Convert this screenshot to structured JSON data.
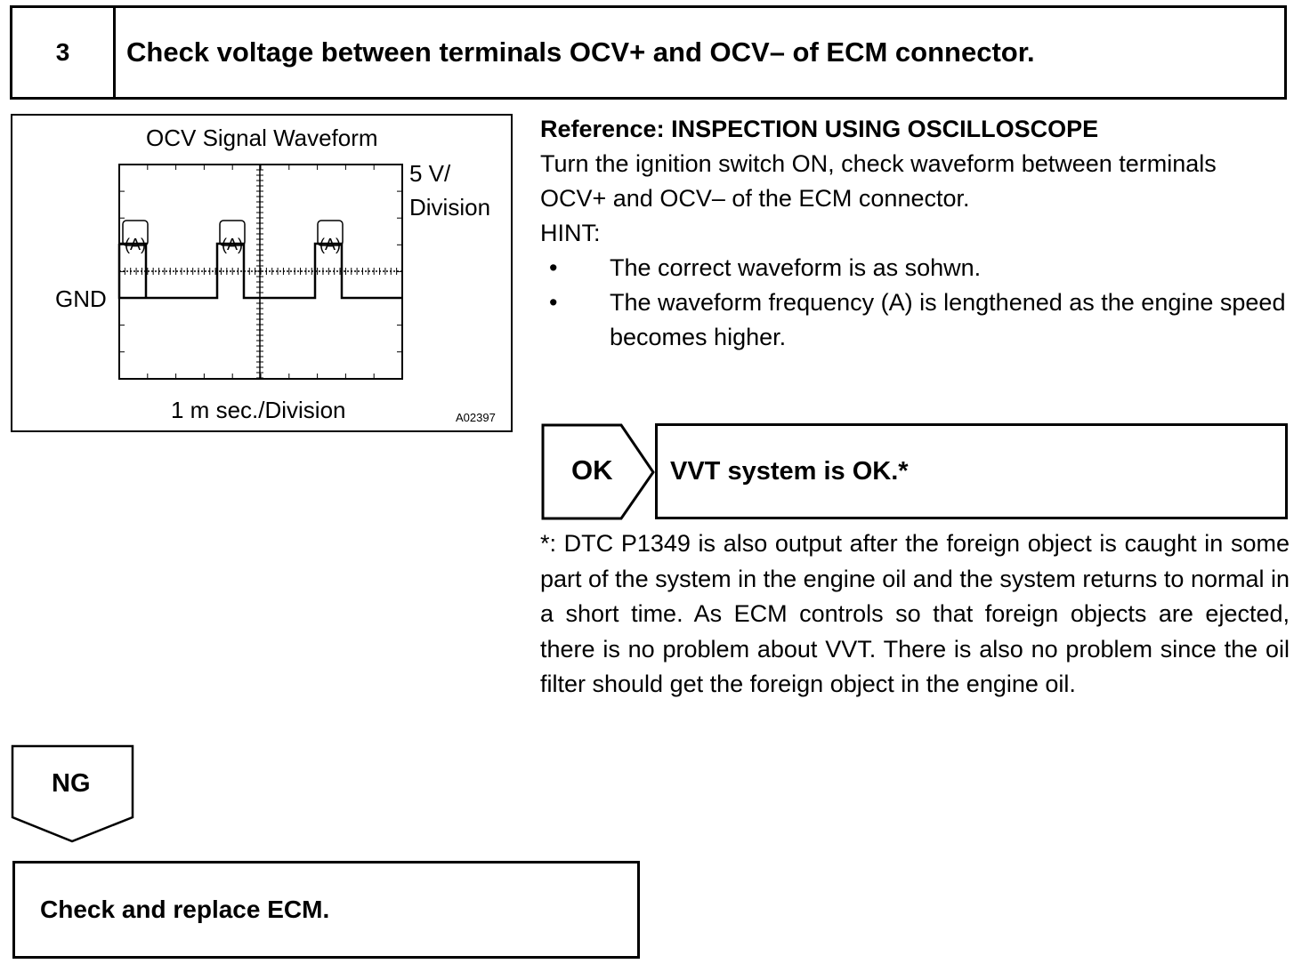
{
  "step": {
    "number": "3",
    "title": "Check voltage between terminals OCV+ and OCV– of ECM connector."
  },
  "figure": {
    "title": "OCV Signal Waveform",
    "volt_div_line1": "5 V/",
    "volt_div_line2": "Division",
    "gnd_label": "GND",
    "time_div": "1 m sec./Division",
    "pulse_label": "(A)",
    "figure_code": "A02397"
  },
  "reference": {
    "heading": "Reference: INSPECTION USING OSCILLOSCOPE",
    "line1": "Turn the ignition switch ON, check waveform between terminals",
    "line2": "OCV+ and OCV– of the ECM connector.",
    "hint": "HINT:",
    "bullet": "•",
    "bullets": [
      "The correct waveform is as sohwn.",
      "The waveform frequency (A) is lengthened as the engine speed becomes higher."
    ]
  },
  "ok": {
    "label": "OK",
    "result": "VVT system is OK.*"
  },
  "footnote": "*: DTC P1349 is also output after the foreign object is caught in some part of the system in the engine oil and the system returns to normal in a short time. As ECM controls so that foreign objects are ejected, there is no problem about VVT. There is also no problem since the oil filter should get the foreign object in the engine oil.",
  "ng": {
    "label": "NG",
    "result": "Check and replace ECM."
  }
}
